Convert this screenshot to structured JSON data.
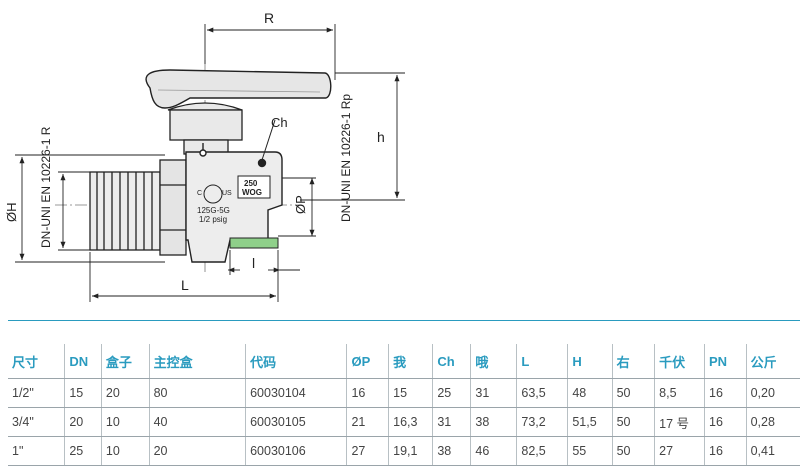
{
  "drawing": {
    "dim_R": "R",
    "dim_h": "h",
    "dim_Ch": "Ch",
    "dim_OH": "ØH",
    "dim_OP": "ØP",
    "dim_L": "L",
    "dim_l": "l",
    "thread_left": "DN-UNI EN 10226-1 R",
    "thread_right": "DN-UNI EN 10226-1 Rp",
    "body_mark_1": "C",
    "body_mark_2": "US",
    "body_mark_3": "125G-5G",
    "body_mark_4": "1/2  psig",
    "label_top": "250",
    "label_bottom": "WOG",
    "colors": {
      "line": "#222222",
      "body": "#ececec",
      "green": "#8fd08a",
      "accent": "#2a9bbf"
    }
  },
  "table": {
    "headers": [
      "尺寸",
      "DN",
      "盒子",
      "主控盒",
      "代码",
      "ØP",
      "我",
      "Ch",
      "哦",
      "L",
      "H",
      "右",
      "千伏",
      "PN",
      "公斤"
    ],
    "rows": [
      [
        "1/2\"",
        "15",
        "20",
        "80",
        "60030104",
        "16",
        "15",
        "25",
        "31",
        "63,5",
        "48",
        "50",
        "8,5",
        "16",
        "0,20"
      ],
      [
        "3/4\"",
        "20",
        "10",
        "40",
        "60030105",
        "21",
        "16,3",
        "31",
        "38",
        "73,2",
        "51,5",
        "50",
        "17 号",
        "16",
        "0,28"
      ],
      [
        "1\"",
        "25",
        "10",
        "20",
        "60030106",
        "27",
        "19,1",
        "38",
        "46",
        "82,5",
        "55",
        "50",
        "27",
        "16",
        "0,41"
      ]
    ]
  }
}
